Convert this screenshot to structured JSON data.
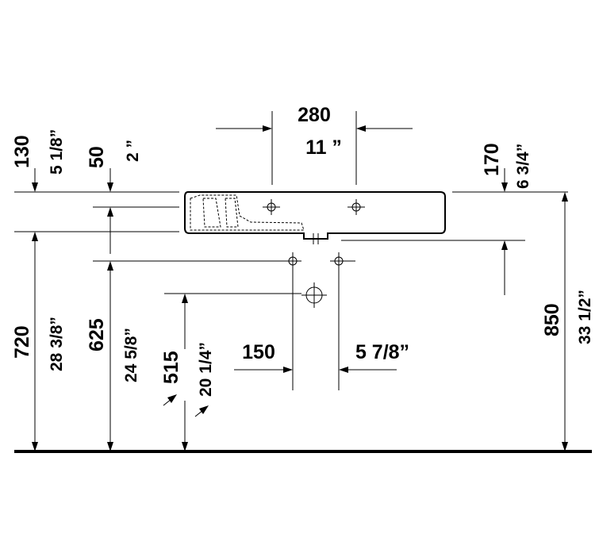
{
  "dimensions": {
    "width_mm": "280",
    "width_in": "11 ”",
    "left_offset_mm": "130",
    "left_offset_in": "5 1/8”",
    "depth_mm": "50",
    "depth_in": "2 ”",
    "right_offset_mm": "170",
    "right_offset_in": "6 3/4”",
    "height_720_mm": "720",
    "height_720_in": "28 3/8”",
    "height_625_mm": "625",
    "height_625_in": "24 5/8”",
    "height_515_mm": "515",
    "height_515_in": "20 1/4”",
    "spacing_mm": "150",
    "spacing_in": "5 7/8”",
    "height_850_mm": "850",
    "height_850_in": "33 1/2”"
  },
  "colors": {
    "line": "#000000",
    "background": "#ffffff"
  }
}
